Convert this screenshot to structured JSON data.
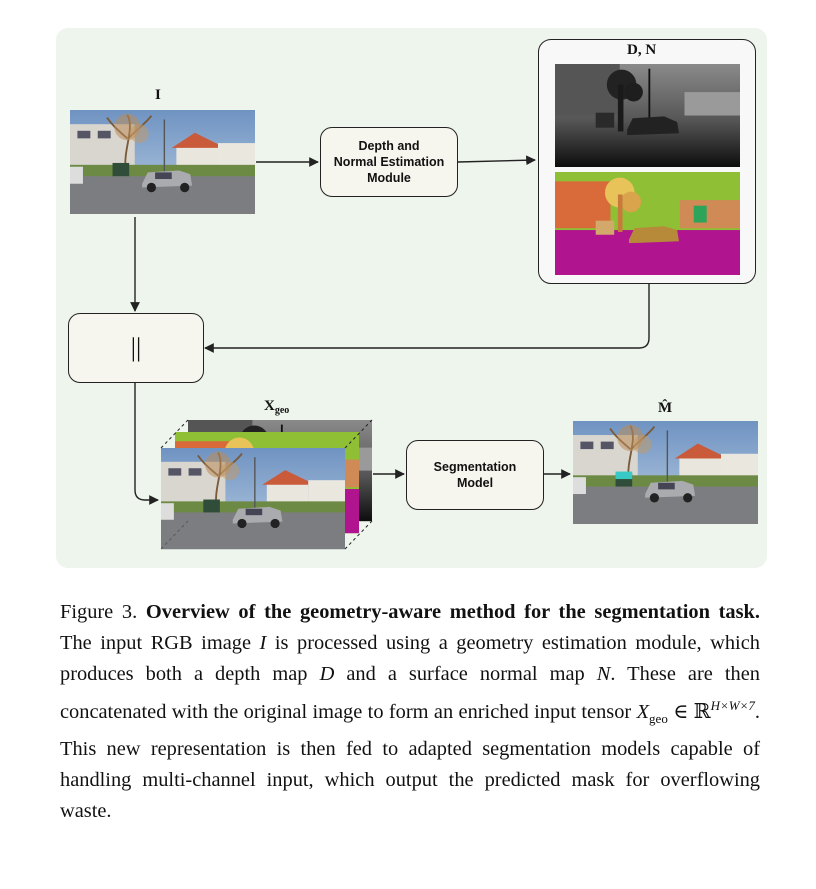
{
  "diagram": {
    "input_label": "I",
    "output_label_dn": "D, N",
    "xgeo_label_main": "X",
    "xgeo_label_sub": "geo",
    "mask_label": "M̂",
    "depth_module_line1": "Depth and",
    "depth_module_line2": "Normal Estimation",
    "depth_module_line3": "Module",
    "concat_symbol": "||",
    "seg_model_line1": "Segmentation",
    "seg_model_line2": "Model",
    "colors": {
      "panel": "#eef5ec",
      "box_fill": "#f6f5ee",
      "arrow": "#222222",
      "normal_map_magenta": "#b0148f",
      "normal_map_green": "#8fbf35",
      "mask_cyan": "#38c9c4"
    }
  },
  "caption": {
    "figure_number": "Figure 3.",
    "bold_title": "Overview of the geometry-aware method for the segmentation task.",
    "sentence1_pre": "The input RGB image",
    "var_I": "I",
    "sentence1_post": "is processed using a geometry estimation module, which produces both a depth map",
    "var_D": "D",
    "sentence2_mid": "and a surface normal map",
    "var_N": "N",
    "sentence3": ". These are then concatenated with the original image to form an enriched input tensor",
    "var_X": "X",
    "var_X_sub": "geo",
    "math_in": "∈ ℝ",
    "math_sup": "H×W×7",
    "sentence4": ". This new representation is then fed to adapted segmentation models capable of handling multi-channel input, which output the predicted mask for overflowing waste."
  }
}
